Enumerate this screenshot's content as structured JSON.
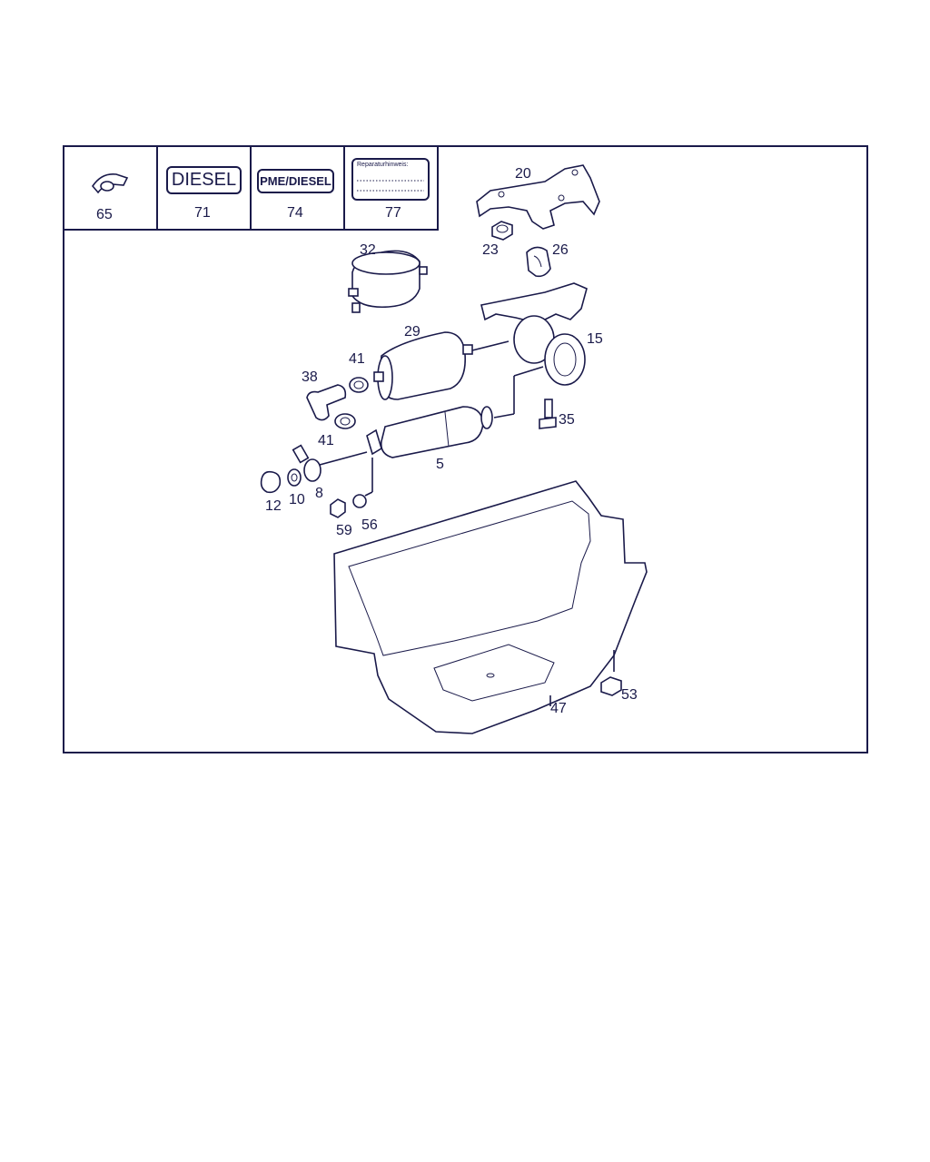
{
  "labels": {
    "diesel": "DIESEL",
    "pme_diesel": "PME/DIESEL",
    "repair_note": "Reparaturhinweis:"
  },
  "header_cells": [
    "65",
    "71",
    "74",
    "77"
  ],
  "callouts": {
    "c20": "20",
    "c23": "23",
    "c26": "26",
    "c32": "32",
    "c29": "29",
    "c15": "15",
    "c41a": "41",
    "c38": "38",
    "c41b": "41",
    "c35": "35",
    "c5": "5",
    "c12": "12",
    "c10": "10",
    "c8": "8",
    "c59": "59",
    "c56": "56",
    "c47": "47",
    "c53": "53"
  },
  "colors": {
    "ink": "#1a1a4a",
    "background": "#ffffff"
  }
}
